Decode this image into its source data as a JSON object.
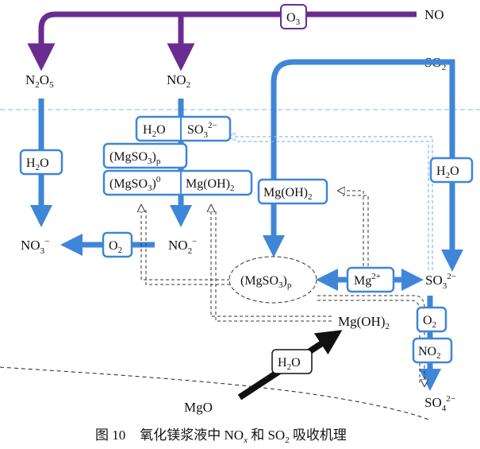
{
  "species": {
    "no": "NO",
    "so2": "SO",
    "so2_sub": "2",
    "n2o5_n": "N",
    "n2o5_sub2": "2",
    "n2o5_o": "O",
    "n2o5_sub5": "5",
    "no2_top": "NO",
    "no2_top_sub": "2",
    "no3": "NO",
    "no3_sub": "3",
    "no3_sup": "−",
    "no2_minus": "NO",
    "no2_minus_sub": "2",
    "no2_minus_sup": "−",
    "so3": "SO",
    "so3_sub": "3",
    "so3_sup": "2−",
    "so4": "SO",
    "so4_sub": "4",
    "so4_sup": "2−",
    "mgoh2_lower": "Mg(OH)",
    "mgoh2_lower_sub": "2",
    "mgo": "MgO",
    "mgso3p_ellipse": "(MgSO",
    "mgso3p_ellipse_sub": "3",
    "mgso3p_ellipse_end": ")",
    "mgso3p_ellipse_p": "p"
  },
  "boxes": {
    "o3": "O",
    "o3_sub": "3",
    "h2o_left": "H",
    "h2o_left_sub": "2",
    "h2o_left_o": "O",
    "h2o_right": "H",
    "h2o_right_sub": "2",
    "h2o_right_o": "O",
    "h2o_mid": "H",
    "h2o_mid_sub": "2",
    "h2o_mid_o": "O",
    "so3_box": "SO",
    "so3_box_sub": "3",
    "so3_box_sup": "2−",
    "mgso3p_box": "(MgSO",
    "mgso3p_box_sub": "3",
    "mgso3p_box_end": ")",
    "mgso3p_box_p": "p",
    "mgso30_box": "(MgSO",
    "mgso30_box_sub": "3",
    "mgso30_box_end": ")",
    "mgso30_box_sup": "0",
    "mgoh2_mid": "Mg(OH)",
    "mgoh2_mid_sub": "2",
    "mgoh2_right": "Mg(OH)",
    "mgoh2_right_sub": "2",
    "o2_left": "O",
    "o2_left_sub": "2",
    "mg2": "Mg",
    "mg2_sup": "2+",
    "o2_right": "O",
    "o2_right_sub": "2",
    "no2_box": "NO",
    "no2_box_sub": "2",
    "h2o_bottom": "H",
    "h2o_bottom_sub": "2",
    "h2o_bottom_o": "O"
  },
  "caption": {
    "fig": "图 10",
    "text_a": "氧化镁浆液中 NO",
    "text_x": "x",
    "text_b": " 和 SO",
    "text_sub": "2",
    "text_c": " 吸收机理"
  },
  "colors": {
    "blue": "#3f86d8",
    "purple": "#6a2c91",
    "dashed_blue": "#8fb6e6",
    "black": "#111111"
  }
}
